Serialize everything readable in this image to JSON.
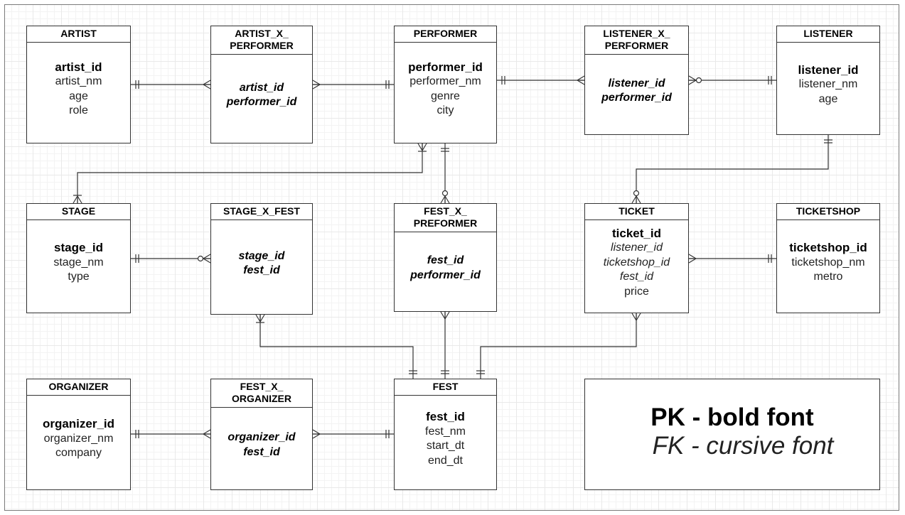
{
  "entities": [
    {
      "id": "artist",
      "title": "ARTIST",
      "attrs": [
        {
          "name": "artist_id",
          "pk": true,
          "fk": false
        },
        {
          "name": "artist_nm",
          "pk": false,
          "fk": false
        },
        {
          "name": "age",
          "pk": false,
          "fk": false
        },
        {
          "name": "role",
          "pk": false,
          "fk": false
        }
      ]
    },
    {
      "id": "artist-x-performer",
      "title": "ARTIST_X_\nPERFORMER",
      "attrs": [
        {
          "name": "artist_id",
          "pk": true,
          "fk": true
        },
        {
          "name": "performer_id",
          "pk": true,
          "fk": true
        }
      ]
    },
    {
      "id": "performer",
      "title": "PERFORMER",
      "attrs": [
        {
          "name": "performer_id",
          "pk": true,
          "fk": false
        },
        {
          "name": "performer_nm",
          "pk": false,
          "fk": false
        },
        {
          "name": "genre",
          "pk": false,
          "fk": false
        },
        {
          "name": "city",
          "pk": false,
          "fk": false
        }
      ]
    },
    {
      "id": "listener-x-performer",
      "title": "LISTENER_X_\nPERFORMER",
      "attrs": [
        {
          "name": "listener_id",
          "pk": true,
          "fk": true
        },
        {
          "name": "performer_id",
          "pk": true,
          "fk": true
        }
      ]
    },
    {
      "id": "listener",
      "title": "LISTENER",
      "attrs": [
        {
          "name": "listener_id",
          "pk": true,
          "fk": false
        },
        {
          "name": "listener_nm",
          "pk": false,
          "fk": false
        },
        {
          "name": "age",
          "pk": false,
          "fk": false
        }
      ]
    },
    {
      "id": "stage",
      "title": "STAGE",
      "attrs": [
        {
          "name": "stage_id",
          "pk": true,
          "fk": false
        },
        {
          "name": "stage_nm",
          "pk": false,
          "fk": false
        },
        {
          "name": "type",
          "pk": false,
          "fk": false
        }
      ]
    },
    {
      "id": "stage-x-fest",
      "title": "STAGE_X_FEST",
      "attrs": [
        {
          "name": "stage_id",
          "pk": true,
          "fk": true
        },
        {
          "name": "fest_id",
          "pk": true,
          "fk": true
        }
      ]
    },
    {
      "id": "fest-x-preformer",
      "title": "FEST_X_\nPREFORMER",
      "attrs": [
        {
          "name": "fest_id",
          "pk": true,
          "fk": true
        },
        {
          "name": "performer_id",
          "pk": true,
          "fk": true
        }
      ]
    },
    {
      "id": "ticket",
      "title": "TICKET",
      "attrs": [
        {
          "name": "ticket_id",
          "pk": true,
          "fk": false
        },
        {
          "name": "listener_id",
          "pk": false,
          "fk": true
        },
        {
          "name": "ticketshop_id",
          "pk": false,
          "fk": true
        },
        {
          "name": "fest_id",
          "pk": false,
          "fk": true
        },
        {
          "name": "price",
          "pk": false,
          "fk": false
        }
      ]
    },
    {
      "id": "ticketshop",
      "title": "TICKETSHOP",
      "attrs": [
        {
          "name": "ticketshop_id",
          "pk": true,
          "fk": false
        },
        {
          "name": "ticketshop_nm",
          "pk": false,
          "fk": false
        },
        {
          "name": "metro",
          "pk": false,
          "fk": false
        }
      ]
    },
    {
      "id": "organizer",
      "title": "ORGANIZER",
      "attrs": [
        {
          "name": "organizer_id",
          "pk": true,
          "fk": false
        },
        {
          "name": "organizer_nm",
          "pk": false,
          "fk": false
        },
        {
          "name": "company",
          "pk": false,
          "fk": false
        }
      ]
    },
    {
      "id": "fest-x-organizer",
      "title": "FEST_X_\nORGANIZER",
      "attrs": [
        {
          "name": "organizer_id",
          "pk": true,
          "fk": true
        },
        {
          "name": "fest_id",
          "pk": true,
          "fk": true
        }
      ]
    },
    {
      "id": "fest",
      "title": "FEST",
      "attrs": [
        {
          "name": "fest_id",
          "pk": true,
          "fk": false
        },
        {
          "name": "fest_nm",
          "pk": false,
          "fk": false
        },
        {
          "name": "start_dt",
          "pk": false,
          "fk": false
        },
        {
          "name": "end_dt",
          "pk": false,
          "fk": false
        }
      ]
    }
  ],
  "relationships": [
    {
      "from": "artist",
      "to": "artist-x-performer",
      "from_card": "one",
      "to_card": "many"
    },
    {
      "from": "artist-x-performer",
      "to": "performer",
      "from_card": "many",
      "to_card": "one"
    },
    {
      "from": "performer",
      "to": "listener-x-performer",
      "from_card": "one",
      "to_card": "many"
    },
    {
      "from": "listener-x-performer",
      "to": "listener",
      "from_card": "zero-or-many",
      "to_card": "one"
    },
    {
      "from": "performer",
      "to": "stage",
      "from_card": "one-or-many",
      "to_card": "one-or-many"
    },
    {
      "from": "performer",
      "to": "fest-x-preformer",
      "from_card": "one",
      "to_card": "zero-or-many"
    },
    {
      "from": "listener",
      "to": "ticket",
      "from_card": "one",
      "to_card": "zero-or-many"
    },
    {
      "from": "stage",
      "to": "stage-x-fest",
      "from_card": "one",
      "to_card": "zero-or-many"
    },
    {
      "from": "ticket",
      "to": "ticketshop",
      "from_card": "many",
      "to_card": "one"
    },
    {
      "from": "stage-x-fest",
      "to": "fest",
      "from_card": "one-or-many",
      "to_card": "one"
    },
    {
      "from": "fest-x-preformer",
      "to": "fest",
      "from_card": "many",
      "to_card": "one"
    },
    {
      "from": "ticket",
      "to": "fest",
      "from_card": "many",
      "to_card": "one"
    },
    {
      "from": "organizer",
      "to": "fest-x-organizer",
      "from_card": "one",
      "to_card": "many"
    },
    {
      "from": "fest-x-organizer",
      "to": "fest",
      "from_card": "many",
      "to_card": "one"
    }
  ],
  "legend": {
    "pk_text": "PK - bold font",
    "fk_text": "FK - cursive font"
  }
}
